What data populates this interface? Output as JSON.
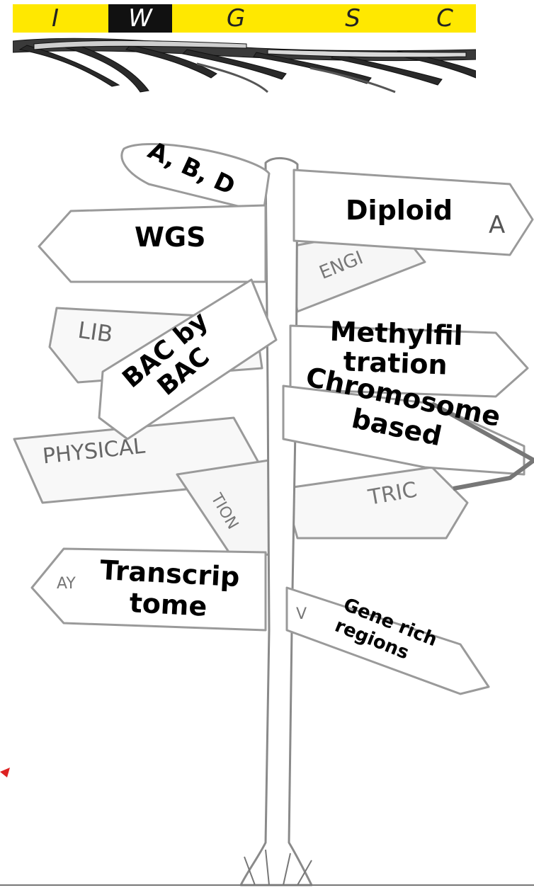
{
  "banner": {
    "letters": [
      "I",
      "W",
      "G",
      "S",
      "C"
    ]
  },
  "signs": {
    "abd": "A, B, D",
    "diploid": "Diploid",
    "wgs": "WGS",
    "bac_line1": "BAC by",
    "bac_line2": "BAC",
    "methyl_line1": "Methylfil",
    "methyl_line2": "tration",
    "chromo_line1": "Chromosome",
    "chromo_line2": "based",
    "transcrip_line1": "Transcrip",
    "transcrip_line2": "tome",
    "gene_line1": "Gene rich",
    "gene_line2": "regions"
  },
  "sketch_text": {
    "a_right": "A",
    "eng": "ENGI",
    "lib": "LIB",
    "phys": "PHYSICAL",
    "tric": "TRIC",
    "tion": "TION",
    "ay": "AY",
    "v": "V"
  }
}
